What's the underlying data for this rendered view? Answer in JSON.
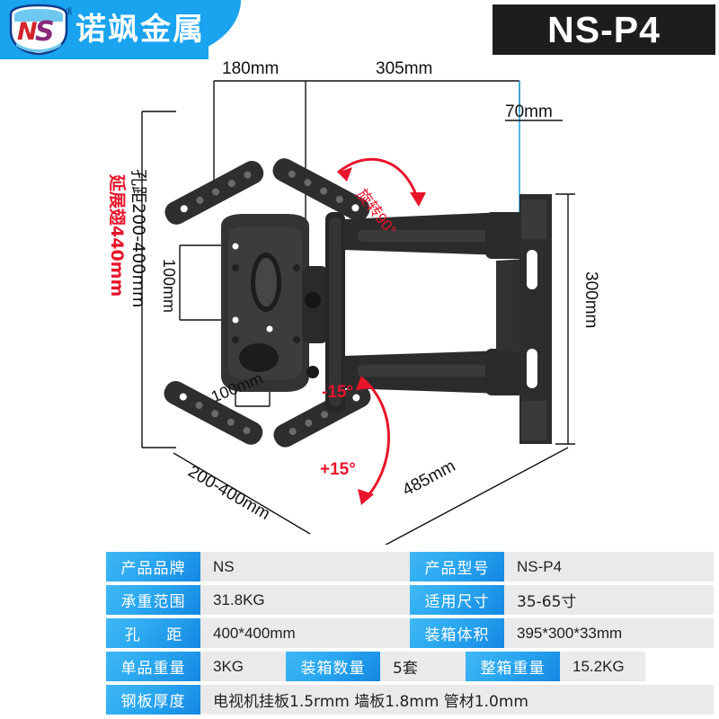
{
  "header": {
    "logo_icon": "ns-shield-logo",
    "logo_mark": "NS",
    "registered_mark": "®",
    "brand_name_cn": "诺飒金属",
    "model_badge": "NS-P4",
    "brand_color": "#1aa3ef",
    "badge_bg": "#1d1d1d"
  },
  "diagram": {
    "title_alt": "NS-P4 full-motion TV wall mount technical drawing",
    "dimensions": {
      "top_left": "180mm",
      "top_center": "305mm",
      "depth": "70mm",
      "right_height": "300mm",
      "plate_v": "100mm",
      "plate_h": "100mm",
      "arm_span": "200-400mm",
      "extension": "485mm"
    },
    "annotations": {
      "vertical_black": "孔距200-400mm",
      "vertical_red": "延展翅440mm",
      "rotate": "旋转90°",
      "tilt_up": "-15°",
      "tilt_down": "+15°"
    },
    "accent_red": "#e8142a",
    "accent_blue": "#29a8e0"
  },
  "spec_table": {
    "rows": [
      {
        "type": "pair",
        "cells": [
          {
            "label": "产品品牌",
            "value": "NS"
          },
          {
            "label": "产品型号",
            "value": "NS-P4"
          }
        ]
      },
      {
        "type": "pair",
        "cells": [
          {
            "label": "承重范围",
            "value": "31.8KG"
          },
          {
            "label": "适用尺寸",
            "value": "35-65寸"
          }
        ]
      },
      {
        "type": "pair",
        "cells": [
          {
            "label": "孔  距",
            "value": "400*400mm"
          },
          {
            "label": "装箱体积",
            "value": "395*300*33mm"
          }
        ]
      },
      {
        "type": "triple",
        "cells": [
          {
            "label": "单品重量",
            "value": "3KG"
          },
          {
            "label": "装箱数量",
            "value": "5套"
          },
          {
            "label": "整箱重量",
            "value": "15.2KG"
          }
        ]
      },
      {
        "type": "full",
        "cells": [
          {
            "label": "钢板厚度",
            "value": "电视机挂板1.5rmm 墙板1.8mm 管材1.0mm"
          }
        ]
      }
    ]
  }
}
